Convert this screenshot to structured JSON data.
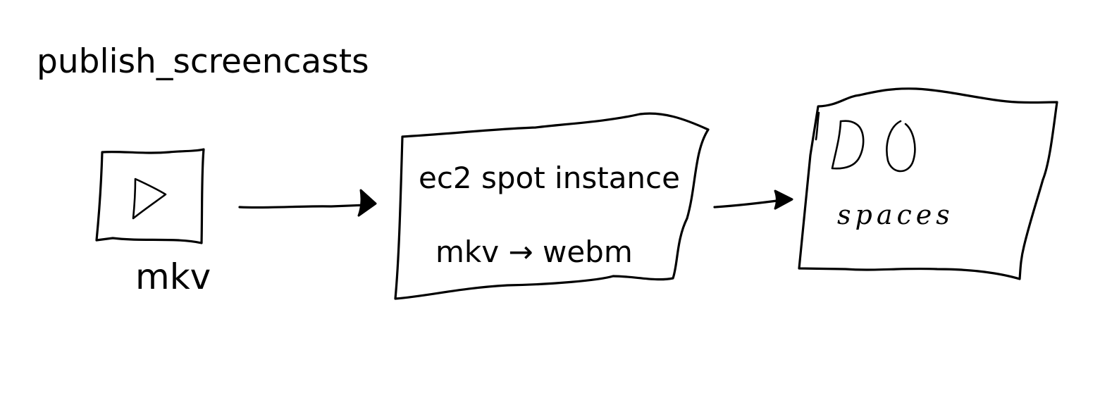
{
  "title": "publish_screencasts",
  "nodes": {
    "video_file": {
      "caption": "mkv",
      "icon": "play-icon"
    },
    "ec2": {
      "line1": "ec2 spot instance",
      "line2": "mkv → webm"
    },
    "do_spaces": {
      "heading": "DO",
      "subheading": "spaces"
    }
  },
  "edges": [
    {
      "from": "video_file",
      "to": "ec2"
    },
    {
      "from": "ec2",
      "to": "do_spaces"
    }
  ],
  "colors": {
    "ink": "#000000",
    "background": "#ffffff"
  }
}
